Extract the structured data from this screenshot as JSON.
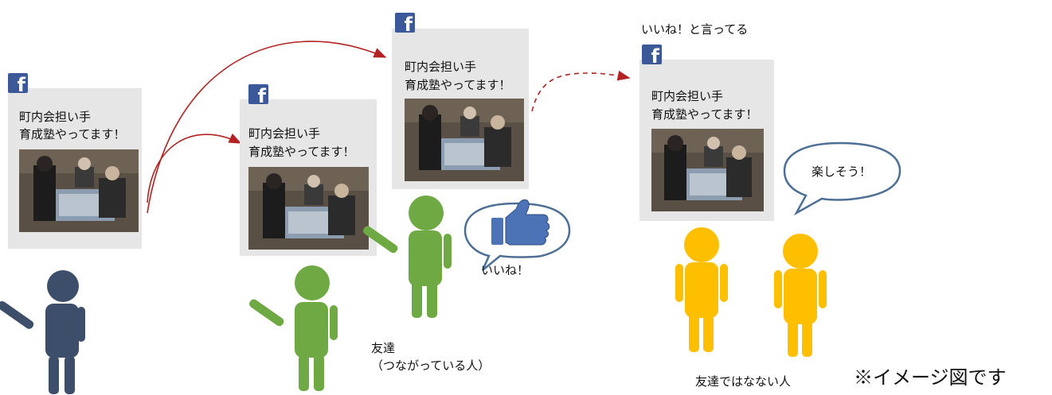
{
  "post": {
    "line1": "町内会担い手",
    "line2": "育成塾やってます！"
  },
  "fb_letter": "f",
  "bubble_like": "いいね！",
  "bubble_fun": "楽しそう！",
  "top_label": "いいね！と言ってる",
  "friend_label_1": "友達",
  "friend_label_2": "（つながっている人）",
  "non_friend_label": "友達ではなない人",
  "note": "※イメージ図です",
  "colors": {
    "poster": "#3d4e6b",
    "friend": "#6ea944",
    "non_friend": "#fdbf00",
    "arrow": "#b22222",
    "bubble_stroke": "#4e6f95",
    "facebook": "#3b5998",
    "thumb": "#4b73b6"
  }
}
